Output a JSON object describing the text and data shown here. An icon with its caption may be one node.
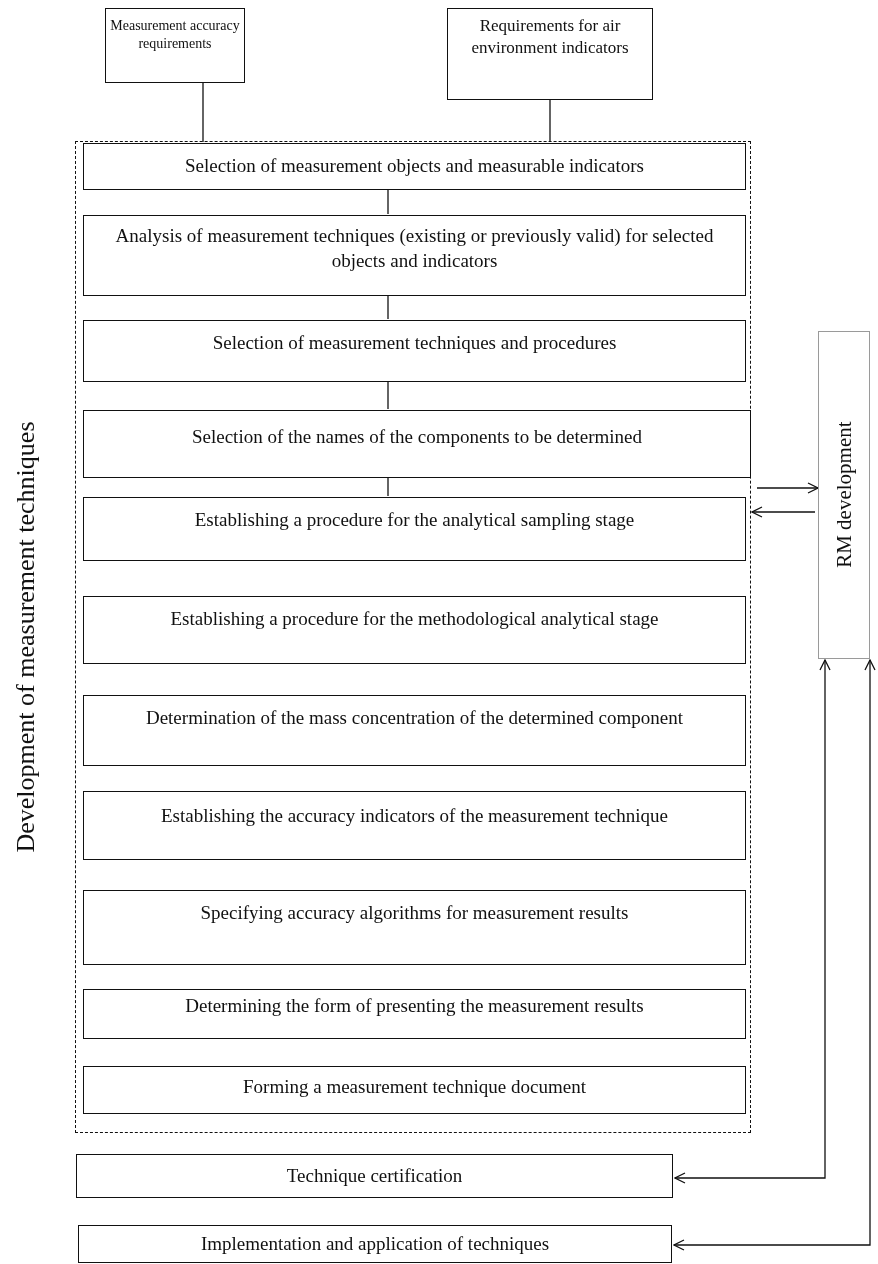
{
  "diagram": {
    "nodes": [
      {
        "text": [
          "Measurement accuracy requirements"
        ]
      },
      {
        "text": [
          "Requirements for air environment indicators"
        ]
      },
      {
        "text": [
          "Development of measurement techniques"
        ]
      },
      {
        "text": [
          "Selection of measurement objects and measurable indicators"
        ],
        "in": 2
      },
      {
        "text": [
          "Analysis of measurement techniques (existing or previously valid) for selected objects and indicators"
        ],
        "in": 2
      },
      {
        "text": [
          "Selection of measurement techniques and procedures"
        ],
        "in": 2
      },
      {
        "text": [
          "Selection of the names of the components to be determined"
        ],
        "in": 2
      },
      {
        "text": [
          "Establishing a procedure for the analytical sampling stage"
        ],
        "in": 2
      },
      {
        "text": [
          "Establishing a procedure for the methodological analytical stage"
        ],
        "in": 2
      },
      {
        "text": [
          "Determination of the mass concentration of the determined component"
        ],
        "in": 2
      },
      {
        "text": [
          "Establishing the accuracy indicators of the measurement technique"
        ],
        "in": 2
      },
      {
        "text": [
          "Specifying accuracy algorithms for measurement results"
        ],
        "in": 2
      },
      {
        "text": [
          "Determining the form of presenting the measurement results"
        ],
        "in": 2
      },
      {
        "text": [
          "Forming a measurement technique document"
        ],
        "in": 2
      },
      {
        "text": [
          "RM development"
        ]
      },
      {
        "text": [
          "Technique certification"
        ]
      },
      {
        "text": [
          "Implementation and application of techniques"
        ]
      }
    ],
    "edges": [
      {
        "from": 0,
        "to": 3,
        "arrow": "none"
      },
      {
        "from": 1,
        "to": 3,
        "arrow": "none"
      },
      {
        "from": 3,
        "to": 4,
        "arrow": "none"
      },
      {
        "from": 4,
        "to": 5,
        "arrow": "none"
      },
      {
        "from": 5,
        "to": 6,
        "arrow": "none"
      },
      {
        "from": 6,
        "to": 7,
        "arrow": "none"
      },
      {
        "from": 2,
        "to": 14,
        "arrow": "to"
      },
      {
        "from": 14,
        "to": 2,
        "arrow": "to"
      },
      {
        "from": 14,
        "to": 15,
        "arrow": "both"
      },
      {
        "from": 14,
        "to": 16,
        "arrow": "both"
      }
    ]
  }
}
